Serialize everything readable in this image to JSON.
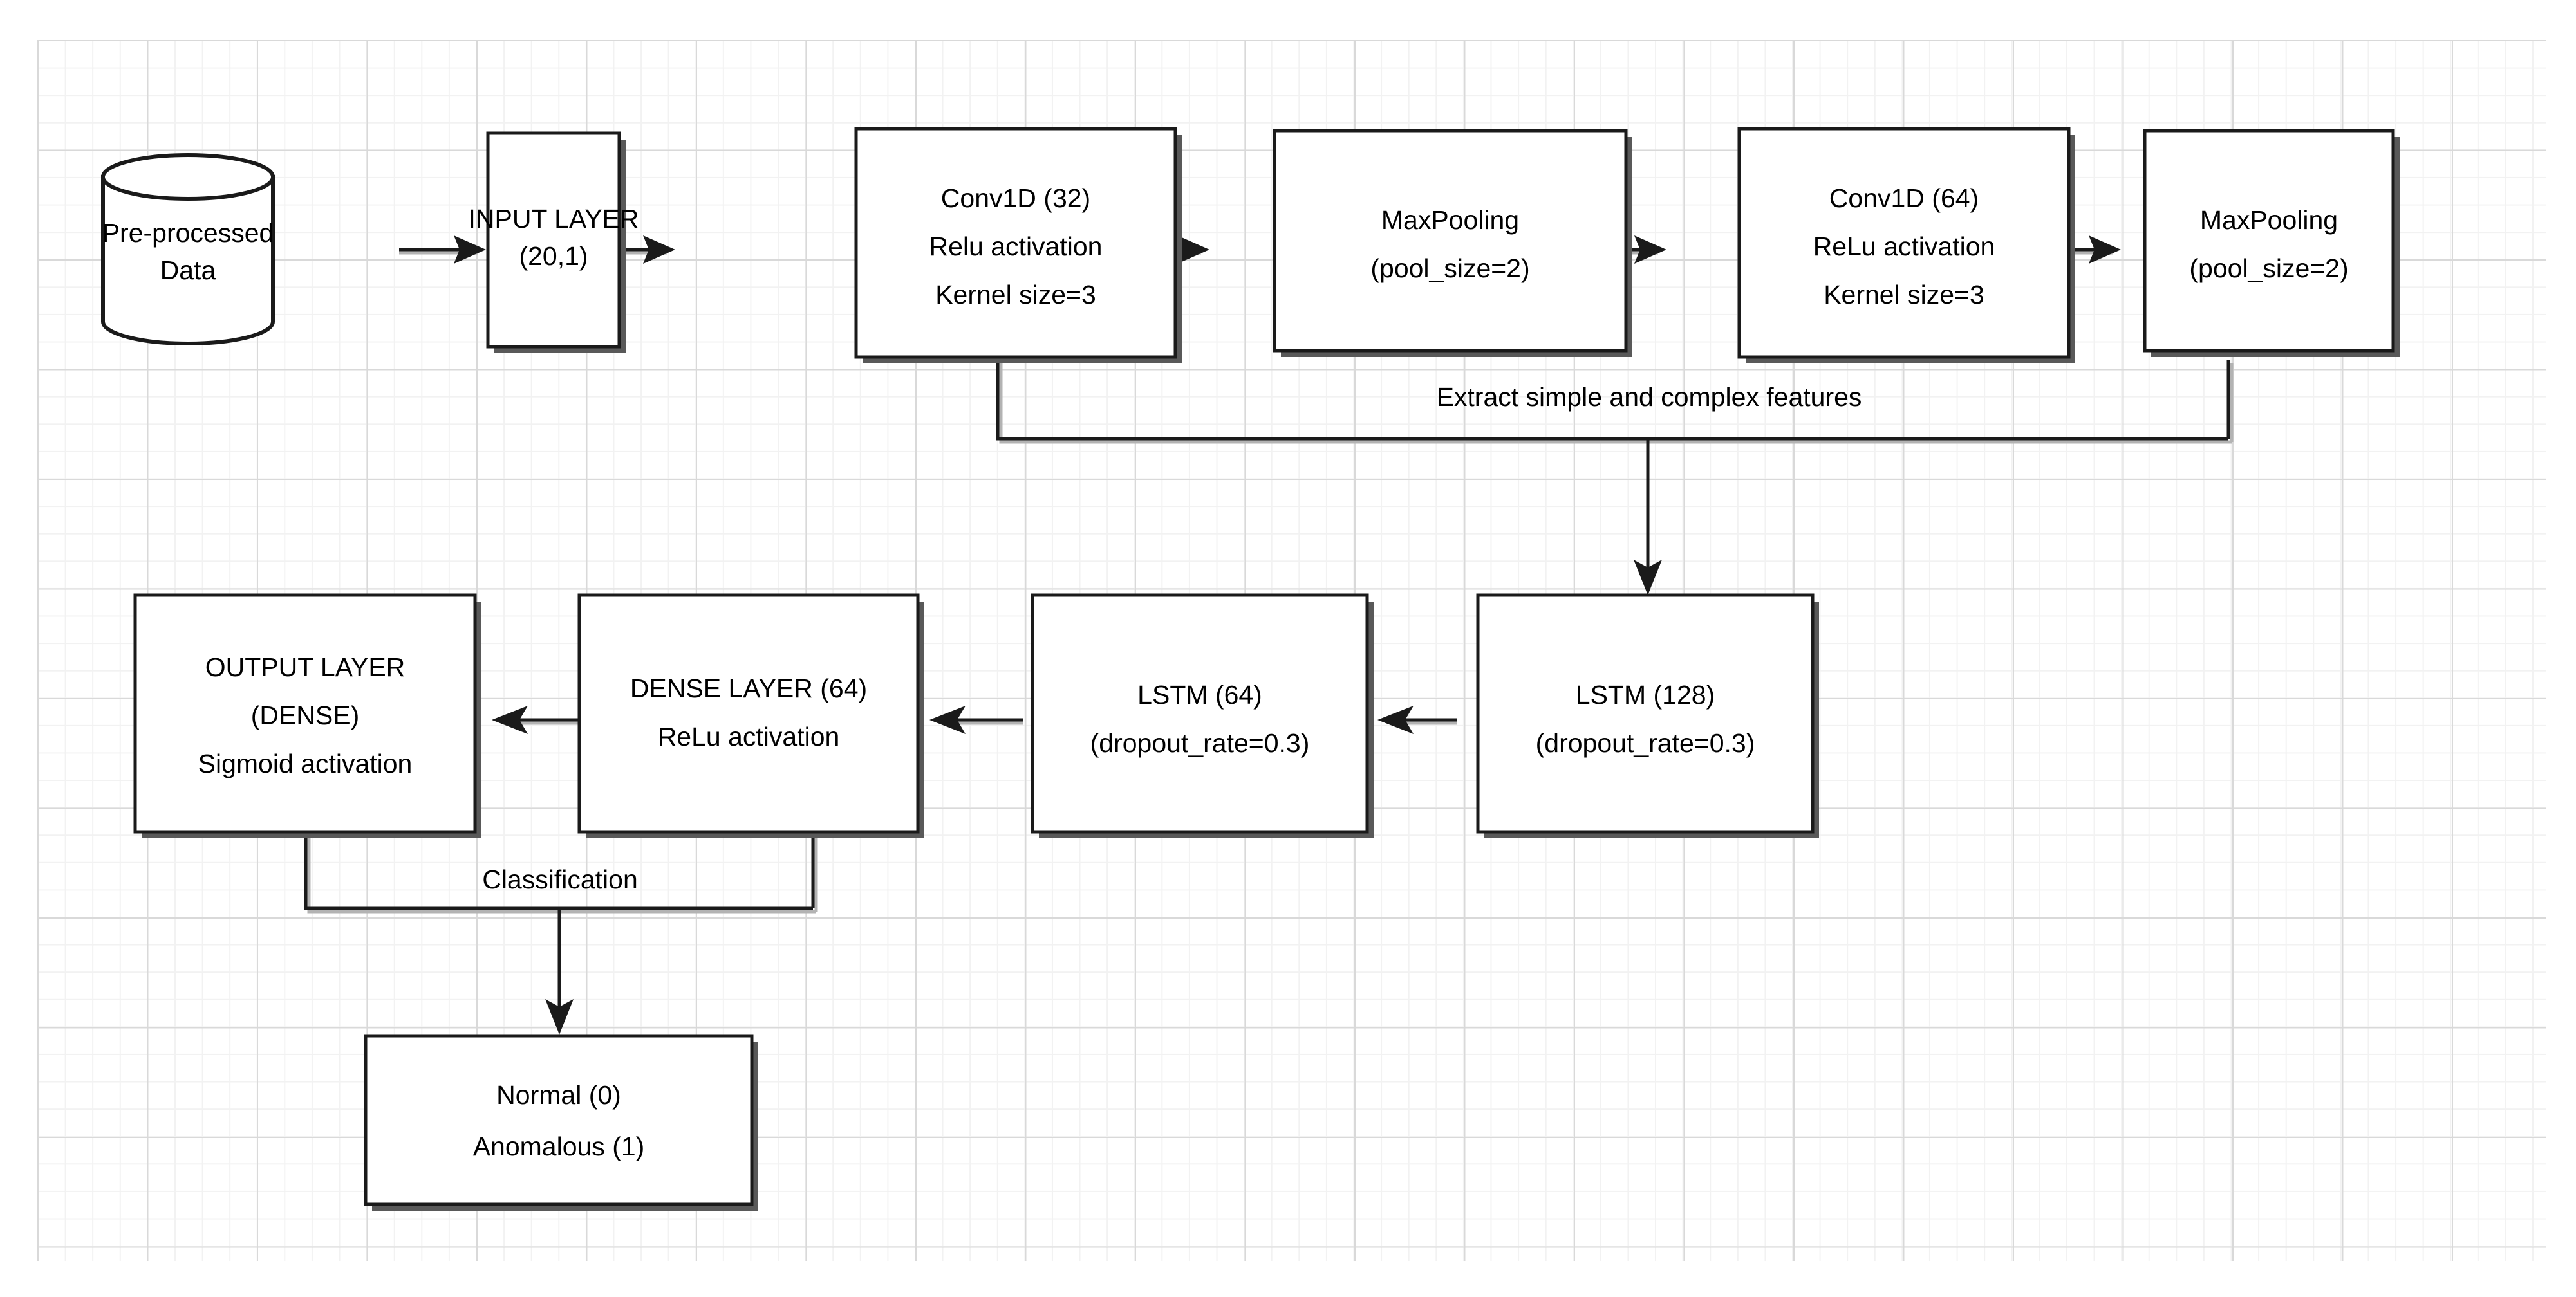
{
  "diagram": {
    "title": "CNN-LSTM anomaly detection model architecture flowchart",
    "background": {
      "grid_minor_color": "#f2f2f2",
      "grid_major_color": "#d9d9d9",
      "page_color": "#ffffff"
    },
    "nodes": [
      {
        "id": "preprocessed-data",
        "shape": "cylinder",
        "lines": [
          "Pre-processed",
          "Data"
        ]
      },
      {
        "id": "input-layer",
        "shape": "rect",
        "lines": [
          "INPUT LAYER",
          "(20,1)"
        ]
      },
      {
        "id": "conv1d-32",
        "shape": "rect",
        "lines": [
          "Conv1D (32)",
          "Relu activation",
          "Kernel size=3"
        ]
      },
      {
        "id": "maxpooling-1",
        "shape": "rect",
        "lines": [
          "MaxPooling",
          "(pool_size=2)"
        ]
      },
      {
        "id": "conv1d-64",
        "shape": "rect",
        "lines": [
          "Conv1D (64)",
          "ReLu activation",
          "Kernel size=3"
        ]
      },
      {
        "id": "maxpooling-2",
        "shape": "rect",
        "lines": [
          "MaxPooling",
          "(pool_size=2)"
        ]
      },
      {
        "id": "lstm-128",
        "shape": "rect",
        "lines": [
          "LSTM (128)",
          "(dropout_rate=0.3)"
        ]
      },
      {
        "id": "lstm-64",
        "shape": "rect",
        "lines": [
          "LSTM (64)",
          "(dropout_rate=0.3)"
        ]
      },
      {
        "id": "dense-layer-64",
        "shape": "rect",
        "lines": [
          "DENSE LAYER (64)",
          "ReLu activation"
        ]
      },
      {
        "id": "output-layer",
        "shape": "rect",
        "lines": [
          "OUTPUT LAYER",
          "(DENSE)",
          "Sigmoid activation"
        ]
      },
      {
        "id": "classes",
        "shape": "rect",
        "lines": [
          "Normal (0)",
          "Anomalous (1)"
        ]
      }
    ],
    "edge_labels": {
      "features": "Extract simple and complex features",
      "classification": "Classification"
    }
  }
}
